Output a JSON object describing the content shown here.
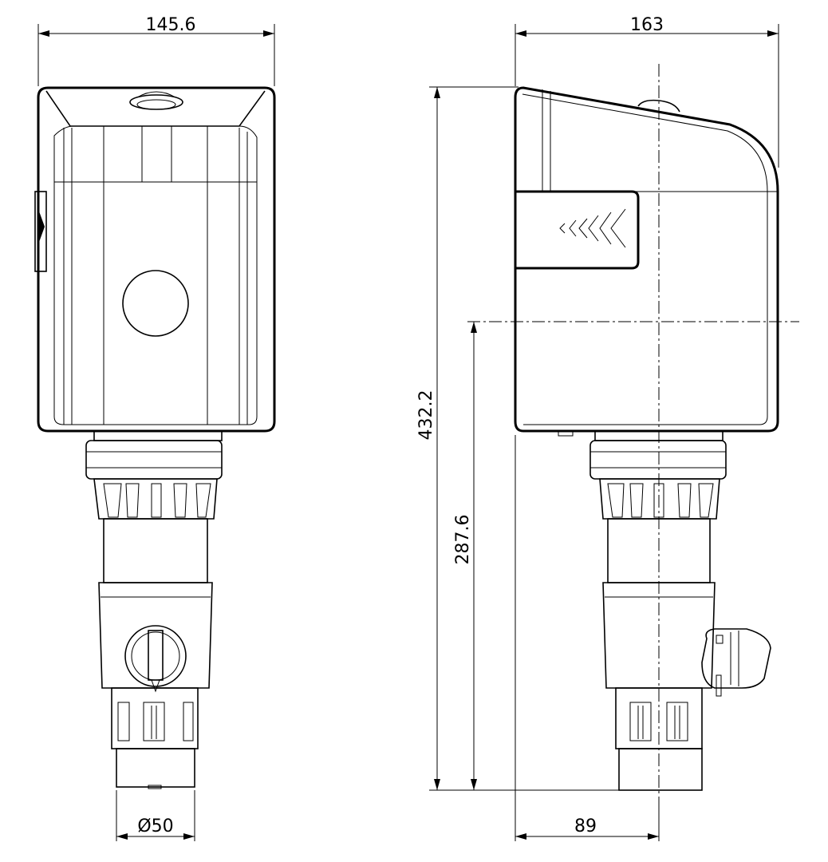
{
  "dimensions": {
    "front_width": "145.6",
    "side_depth": "163",
    "total_height": "432.2",
    "outlet_height": "287.6",
    "outlet_diameter": "Ø50",
    "outlet_offset": "89"
  },
  "colors": {
    "line": "#000000",
    "background": "#ffffff"
  }
}
